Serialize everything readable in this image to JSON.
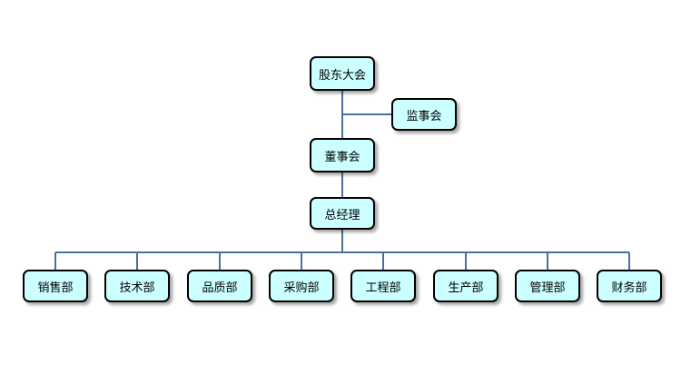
{
  "colors": {
    "node_fill": "#ccffff",
    "node_border": "#000000",
    "connector": "#4a6fa5"
  },
  "chart": {
    "shareholders": "股东大会",
    "supervisors": "监事会",
    "board": "董事会",
    "general_manager": "总经理",
    "departments": [
      "销售部",
      "技术部",
      "品质部",
      "采购部",
      "工程部",
      "生产部",
      "管理部",
      "财务部"
    ]
  }
}
